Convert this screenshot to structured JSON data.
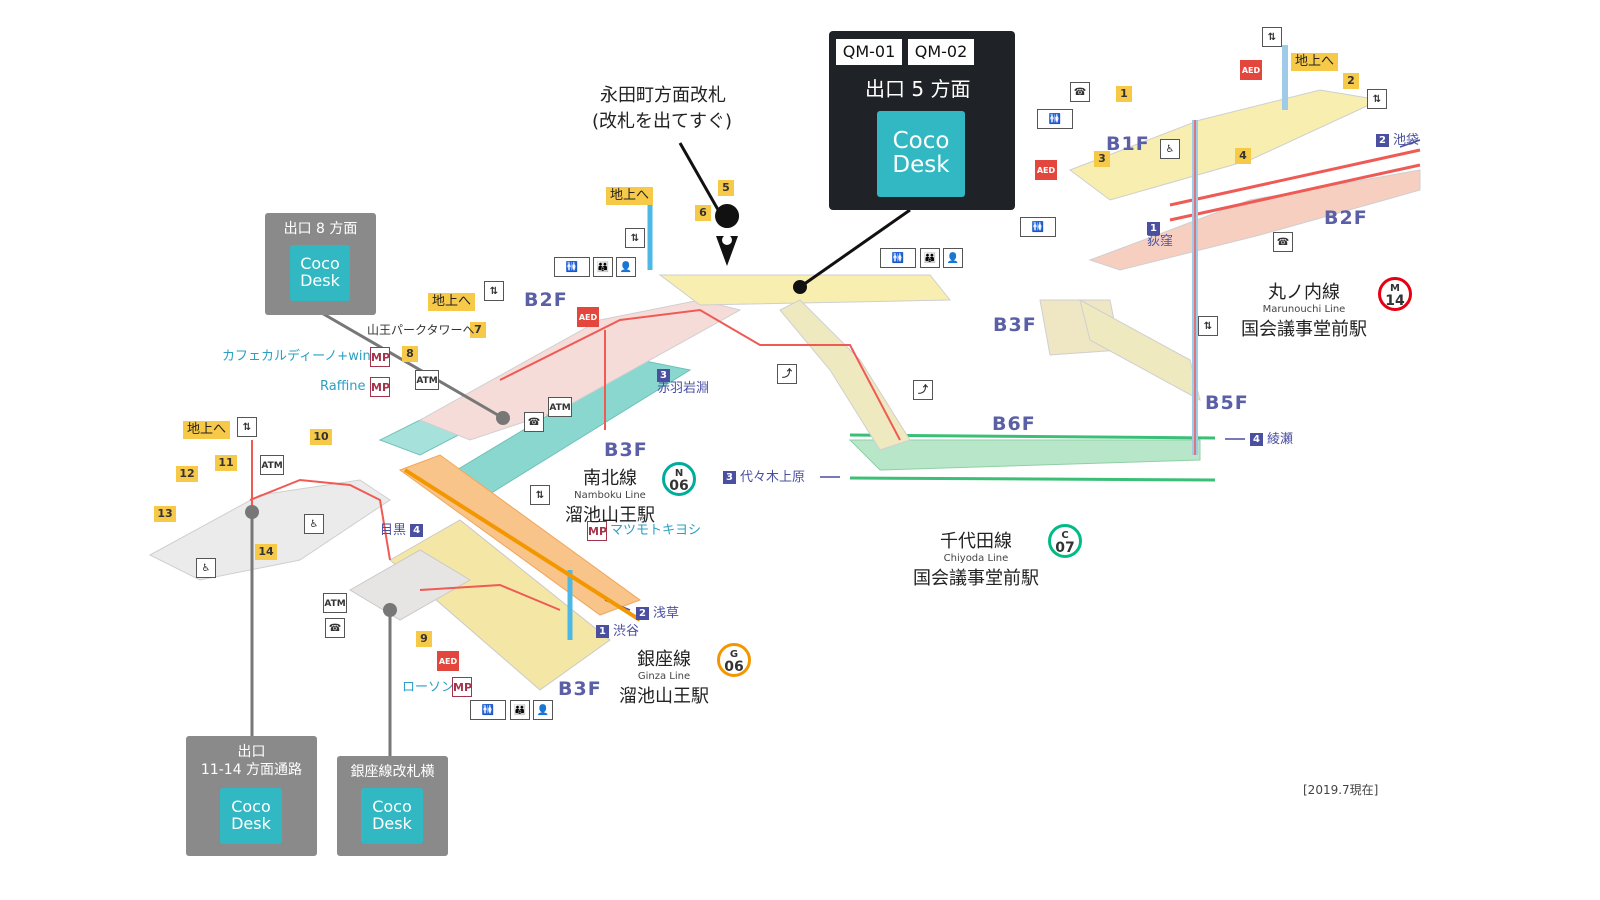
{
  "floors": {
    "b2f_left": "B2F",
    "b2f_right": "B2F",
    "b1f": "B1F",
    "b3f_mid": "B3F",
    "b3f_bottom": "B3F",
    "b3f_right": "B3F",
    "b5f": "B5F",
    "b6f": "B6F"
  },
  "exit_numbers": [
    "1",
    "2",
    "3",
    "4",
    "5",
    "6",
    "7",
    "8",
    "9",
    "10",
    "11",
    "12",
    "13",
    "14"
  ],
  "to_ground": "地上へ",
  "places": {
    "sanno_park_tower": "山王パークタワーへ",
    "caffe": "カフェカルディーノ+wine",
    "raffine": "Raffine",
    "matsumoto": "マツモトキヨシ",
    "lawson": "ローソン"
  },
  "callouts": {
    "nagatacho_gate_line1": "永田町方面改札",
    "nagatacho_gate_line2": "(改札を出てすぐ)"
  },
  "booths": {
    "qm_box": {
      "tab1": "QM-01",
      "tab2": "QM-02",
      "label": "出口 5 方面",
      "coco": "Coco",
      "desk": "Desk"
    },
    "exit8": {
      "label": "出口 8 方面",
      "coco": "Coco",
      "desk": "Desk"
    },
    "exit11_14": {
      "label1": "出口",
      "label2": "11-14 方面通路",
      "coco": "Coco",
      "desk": "Desk"
    },
    "ginza_gate": {
      "label": "銀座線改札横",
      "coco": "Coco",
      "desk": "Desk"
    }
  },
  "directions": {
    "akabane": {
      "num": "3",
      "text": "赤羽岩淵"
    },
    "meguro": {
      "num": "4",
      "text": "目黒"
    },
    "asakusa": {
      "num": "2",
      "text": "浅草"
    },
    "shibuya": {
      "num": "1",
      "text": "渋谷"
    },
    "yoyogi": {
      "num": "3",
      "text": "代々木上原"
    },
    "ayase": {
      "num": "4",
      "text": "綾瀬"
    },
    "ikebukuro": {
      "num": "2",
      "text": "池袋"
    },
    "ogikubo": {
      "num": "1",
      "text": "荻窪"
    }
  },
  "stations": {
    "namboku": {
      "line": "南北線",
      "en": "Namboku Line",
      "station": "溜池山王駅",
      "letter": "N",
      "code": "06",
      "color": "#00ac9b"
    },
    "ginza": {
      "line": "銀座線",
      "en": "Ginza Line",
      "station": "溜池山王駅",
      "letter": "G",
      "code": "06",
      "color": "#f39700"
    },
    "chiyoda": {
      "line": "千代田線",
      "en": "Chiyoda Line",
      "station": "国会議事堂前駅",
      "letter": "C",
      "code": "07",
      "color": "#00bb85"
    },
    "marunouchi": {
      "line": "丸ノ内線",
      "en": "Marunouchi Line",
      "station": "国会議事堂前駅",
      "letter": "M",
      "code": "14",
      "color": "#e60012"
    }
  },
  "icon_labels": {
    "atm": "ATM",
    "aed": "AED",
    "mp": "MP"
  },
  "date_note": "[2019.7現在]",
  "colors": {
    "booth_teal": "#31b8c2",
    "booth_gray": "#8a8a8a",
    "qm_dark": "#1f2226",
    "floor_label": "#5a5fa6",
    "exit_yellow": "#f7c948",
    "namboku_green": "#00ac9b",
    "ginza_orange": "#f39700",
    "marunouchi_red": "#e60012",
    "chiyoda_green": "#00bb85"
  }
}
